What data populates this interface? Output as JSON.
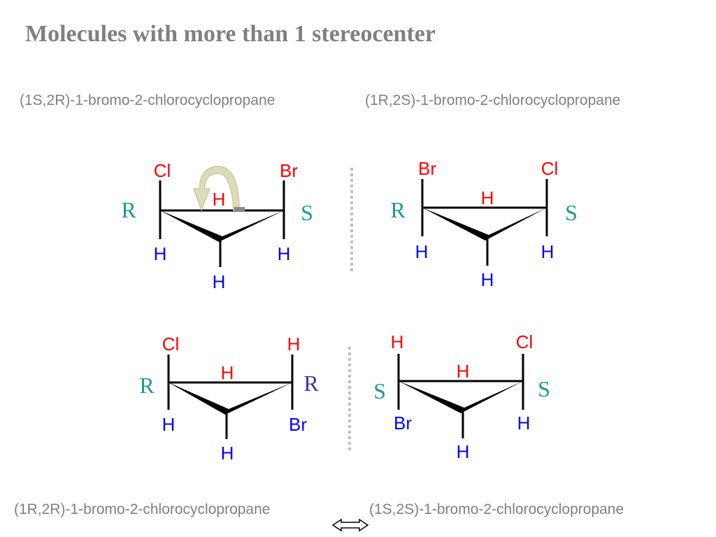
{
  "title": "Molecules with more than 1 stereocenter",
  "names": {
    "top_left": "(1S,2R)-1-bromo-2-chlorocyclopropane",
    "top_right": "(1R,2S)-1-bromo-2-chlorocyclopropane",
    "bottom_left": "(1R,2R)-1-bromo-2-chlorocyclopropane",
    "bottom_right": "(1S,2S)-1-bromo-2-chlorocyclopropane"
  },
  "atoms": {
    "H": "H",
    "Cl": "Cl",
    "Br": "Br"
  },
  "configs": {
    "R": "R",
    "S": "S"
  },
  "colors": {
    "hydrogen": "#0000ff",
    "halogen": "#ff0000",
    "config_teal": "#1a9a94",
    "config_blue": "#3a3aa0",
    "text_gray": "#808080",
    "divider": "#bfbfbf"
  }
}
